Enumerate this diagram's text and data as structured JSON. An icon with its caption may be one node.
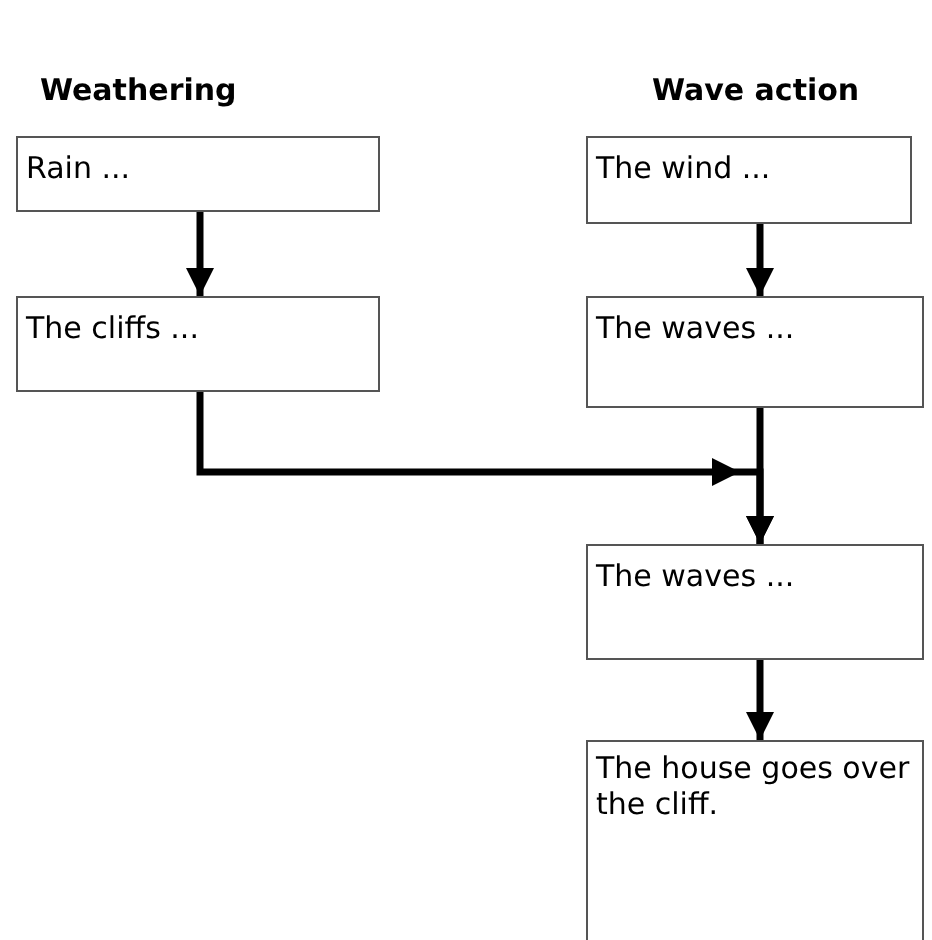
{
  "diagram": {
    "nodes": [
      {
        "text": [
          "Rain ..."
        ]
      },
      {
        "text": [
          "The cliffs ..."
        ]
      },
      {
        "text": [
          "The wind ..."
        ]
      },
      {
        "text": [
          "The waves ..."
        ]
      },
      {
        "text": [
          "The waves ..."
        ]
      },
      {
        "text": [
          "The house goes over the cliff."
        ]
      }
    ],
    "edges": [
      {
        "from": 0,
        "to": 1,
        "arrow": "to"
      },
      {
        "from": 2,
        "to": 3,
        "arrow": "to"
      },
      {
        "from": 1,
        "to": 4,
        "arrow": "to"
      },
      {
        "from": 3,
        "to": 4,
        "arrow": "to"
      },
      {
        "from": 4,
        "to": 5,
        "arrow": "to"
      }
    ],
    "labels": [
      "Weathering",
      "Wave action"
    ]
  }
}
